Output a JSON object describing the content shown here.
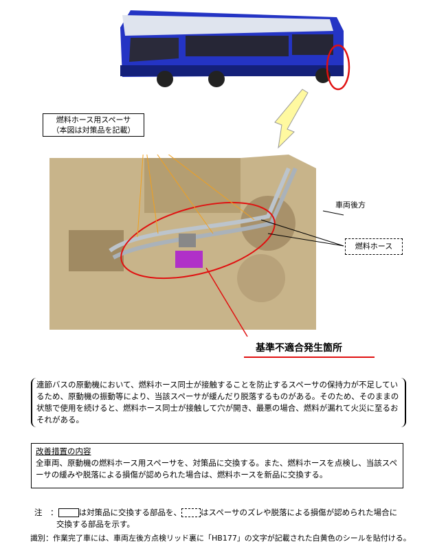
{
  "labels": {
    "spacer_title": "燃料ホース用スペーサ",
    "spacer_note": "（本図は対策品を記載）",
    "vehicle_rear": "車両後方",
    "fuel_hose": "燃料ホース",
    "defect_location": "基準不適合発生箇所"
  },
  "description": "連節バスの原動機において、燃料ホース同士が接触することを防止するスペーサの保持力が不足しているため、原動機の振動等により、当該スペーサが緩んだり脱落するものがある。そのため、そのままの状態で使用を続けると、燃料ホース同士が接触して穴が開き、最悪の場合、燃料が漏れて火災に至るおそれがある。",
  "measures": {
    "heading": "改善措置の内容",
    "body": "全車両、原動機の燃料ホース用スペーサを、対策品に交換する。また、燃料ホースを点検し、当該スペーサの緩みや脱落による損傷が認められた場合は、燃料ホースを新品に交換する。"
  },
  "notes": {
    "note_label": "注　：",
    "note_part1": "は対策品に交換する部品を、",
    "note_part2": "はスペーサのズレや脱落による損傷が認められた場合に",
    "note_part3": "交換する部品を示す。",
    "identification": "識別：作業完了車には、車両左後方点検リッド裏に「HB177」の文字が記載された白黄色のシールを貼付ける。"
  },
  "colors": {
    "bus": "#2030c8",
    "highlight": "#e01010",
    "engine": "#c8b48a",
    "leader": "#f0a020"
  }
}
